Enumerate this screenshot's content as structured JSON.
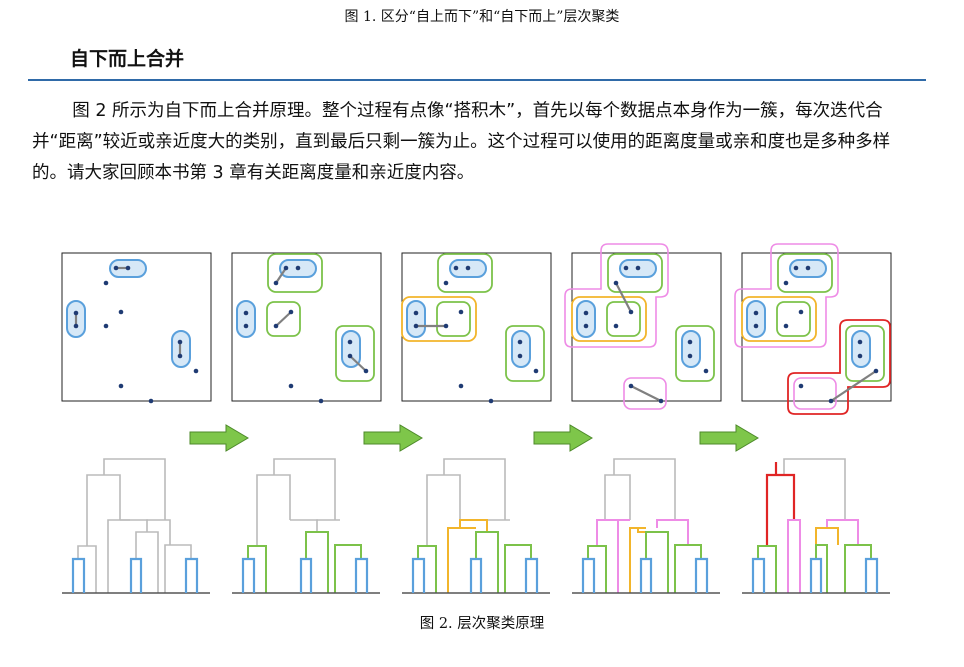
{
  "figure1_caption": "图 1. 区分“自上而下”和“自下而上”层次聚类",
  "section_title": "自下而上合并",
  "paragraph": "图 2 所示为自下而上合并原理。整个过程有点像“搭积木”，首先以每个数据点本身作为一簇，每次迭代合并“距离”较近或亲近度大的类别，直到最后只剩一簇为止。这个过程可以使用的距离度量或亲和度也是多种多样的。请大家回顾本书第 3 章有关距离度量和亲近度内容。",
  "figure2_caption": "图 2. 层次聚类原理",
  "colors": {
    "rule": "#2f6aa8",
    "point": "#1f3b73",
    "blue": "#5aa0dc",
    "blue_fill": "#d6e8f7",
    "green": "#7cc24a",
    "yellow": "#f2b52b",
    "pink": "#ee8ce6",
    "red": "#e02525",
    "arrow": "#7ec64a",
    "gray": "#bbbbbb"
  }
}
